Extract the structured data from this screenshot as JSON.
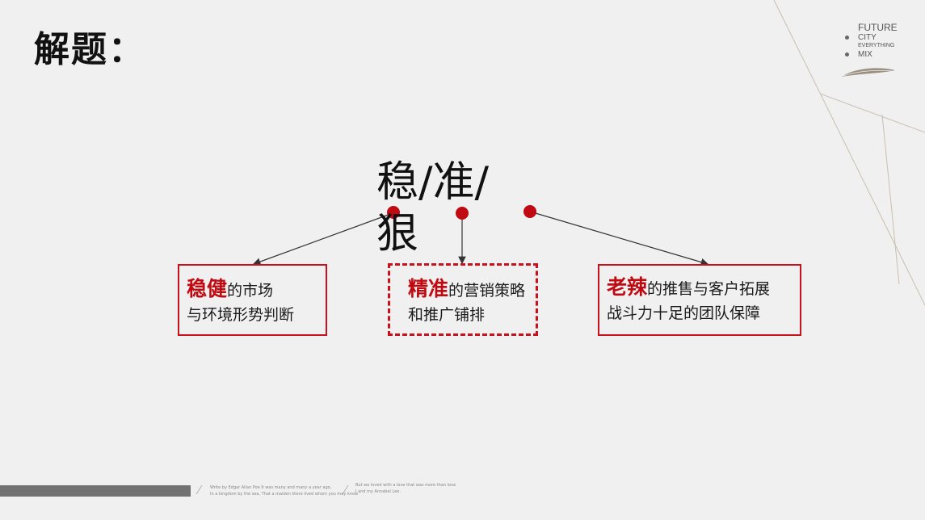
{
  "title": "解题：",
  "center_word": "稳/准/狠",
  "boxes": [
    {
      "emphasis": "稳健",
      "rest_line1": "的市场",
      "line2": "与环境形势判断"
    },
    {
      "emphasis": "精准",
      "rest_line1": "的营销策略",
      "line2": "和推广铺排"
    },
    {
      "emphasis": "老辣",
      "rest_line1": "的推售与客户拓展",
      "line2": "战斗力十足的团队保障"
    }
  ],
  "logo": {
    "line1": "FUTURE",
    "line2": "CITY",
    "line3": "EVERYTHING",
    "line4": "MIX"
  },
  "footer": {
    "text1_line1": "Write by Edgar Allan Poe It was many and many a year ago,",
    "text1_line2": "In a kingdom by the sea,    That a maiden there lived whom you may know",
    "text2_line1": "But we loved with a love that was more than love",
    "text2_line2": "I and my Annabel Lee."
  },
  "colors": {
    "accent": "#c8111a",
    "emphasis_text": "#c00a12",
    "background": "#f0f0f0",
    "footer_bar": "#727272"
  }
}
